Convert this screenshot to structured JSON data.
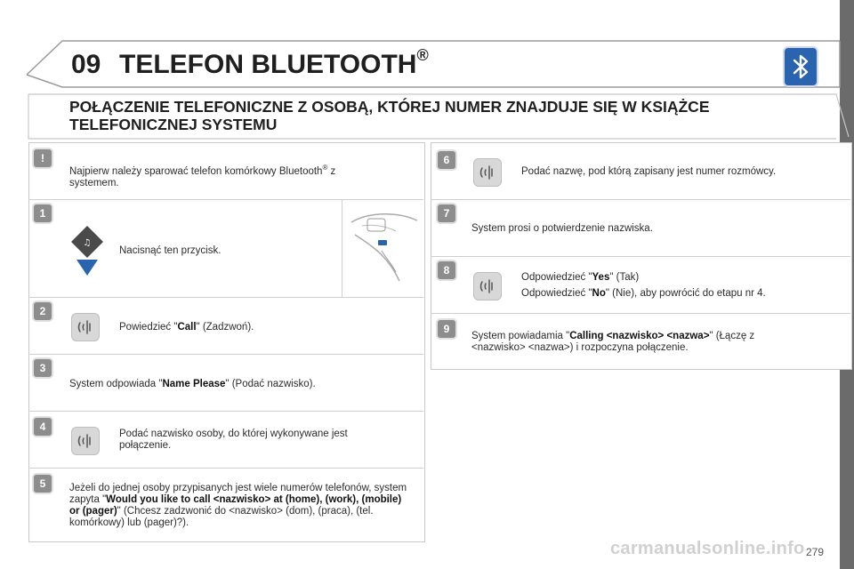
{
  "header": {
    "chapter_number": "09",
    "chapter_title": "TELEFON BLUETOOTH",
    "registered_mark": "®"
  },
  "section": {
    "title": "POŁĄCZENIE TELEFONICZNE Z OSOBĄ, KTÓREJ NUMER ZNAJDUJE SIĘ W KSIĄŻCE TELEFONICZNEJ SYSTEMU"
  },
  "note": {
    "badge": "!",
    "text_a": "Najpierw należy sparować telefon komórkowy Bluetooth",
    "sup": "®",
    "text_b": " z systemem."
  },
  "steps": {
    "s1": {
      "num": "1",
      "text": "Nacisnąć ten przycisk."
    },
    "s2": {
      "num": "2",
      "pre": "Powiedzieć \"",
      "bold": "Call",
      "post": "\" (Zadzwoń)."
    },
    "s3": {
      "num": "3",
      "pre": "System odpowiada \"",
      "bold": "Name Please",
      "post": "\" (Podać nazwisko)."
    },
    "s4": {
      "num": "4",
      "text": "Podać nazwisko osoby, do której wykonywane jest połączenie."
    },
    "s5": {
      "num": "5",
      "pre": "Jeżeli do jednej osoby przypisanych jest wiele numerów telefonów, system zapyta \"",
      "bold": "Would you like to call <nazwisko> at (home), (work), (mobile) or (pager)",
      "post": "\" (Chcesz zadzwonić do <nazwisko> (dom), (praca), (tel. komórkowy) lub (pager)?)."
    },
    "s6": {
      "num": "6",
      "text": "Podać nazwę, pod którą zapisany jest numer rozmówcy."
    },
    "s7": {
      "num": "7",
      "text": "System prosi o potwierdzenie nazwiska."
    },
    "s8": {
      "num": "8",
      "yes_pre": "Odpowiedzieć \"",
      "yes_bold": "Yes",
      "yes_post": "\" (Tak)",
      "no_pre": "Odpowiedzieć \"",
      "no_bold": "No",
      "no_post": "\" (Nie), aby powrócić do etapu nr 4."
    },
    "s9": {
      "num": "9",
      "pre": "System powiadamia \"",
      "bold": "Calling <nazwisko> <nazwa>",
      "post": "\" (Łączę z <nazwisko> <nazwa>) i rozpoczyna połączenie."
    }
  },
  "footer": {
    "page_number": "279",
    "watermark": "carmanualsonline.info"
  },
  "colors": {
    "bluetooth_badge": "#2a64ae",
    "step_badge": "#8d8d8d",
    "press_arrow": "#2a64ae"
  }
}
